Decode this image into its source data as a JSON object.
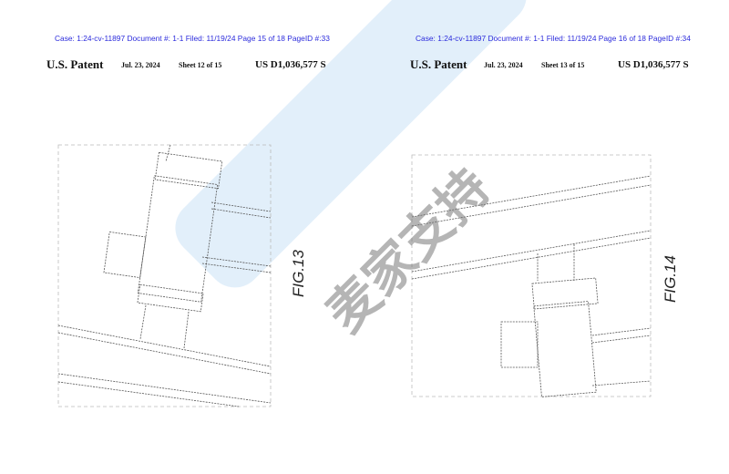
{
  "pages": [
    {
      "case_line": "Case: 1:24-cv-11897 Document #: 1-1 Filed: 11/19/24 Page 15 of 18 PageID #:33",
      "patent": "U.S. Patent",
      "date": "Jul. 23, 2024",
      "sheet": "Sheet 12 of 15",
      "number": "US D1,036,577 S",
      "figure": "FIG.13"
    },
    {
      "case_line": "Case: 1:24-cv-11897 Document #: 1-1 Filed: 11/19/24 Page 16 of 18 PageID #:34",
      "patent": "U.S. Patent",
      "date": "Jul. 23, 2024",
      "sheet": "Sheet 13 of 15",
      "number": "US D1,036,577 S",
      "figure": "FIG.14"
    }
  ],
  "watermark": "麦家支持",
  "colors": {
    "case_line": "#2b2bdc",
    "watermark_band": "#bedcf5"
  }
}
